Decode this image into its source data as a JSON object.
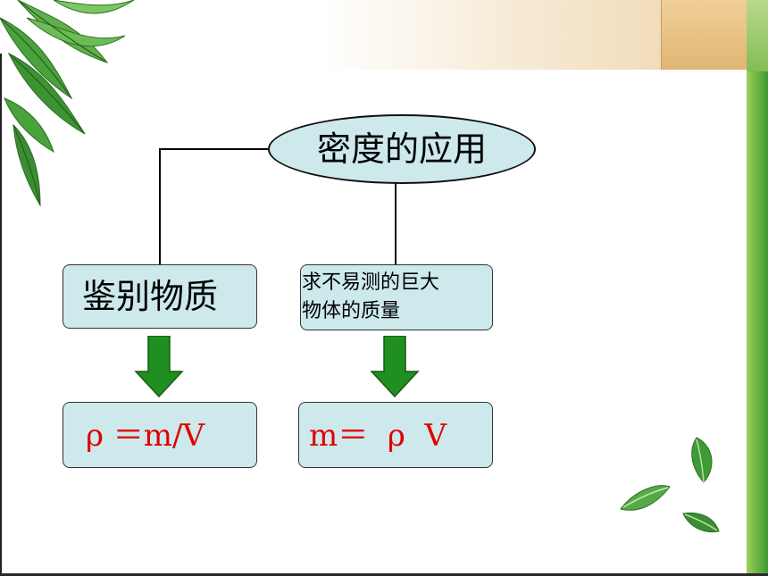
{
  "title": "密度的应用",
  "branches": [
    {
      "label": "鉴别物质",
      "formula": "ρ ＝m/V"
    },
    {
      "label_lines": [
        "求不易测的巨大",
        "物体的质量"
      ],
      "formula": "m＝  ρ  V"
    }
  ],
  "colors": {
    "box_fill": "#cde9ec",
    "arrow_green": "#1f8f1f",
    "formula_red": "#e00000"
  },
  "icons": [
    "leaf-cluster-icon",
    "small-leaf-icon"
  ]
}
